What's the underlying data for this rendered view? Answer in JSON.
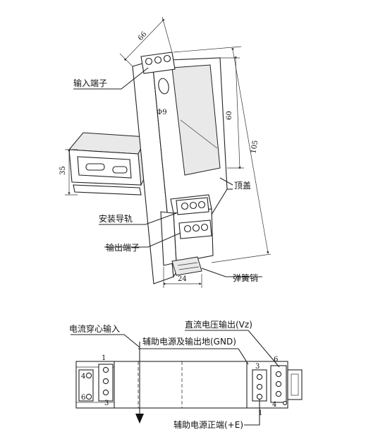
{
  "top_view": {
    "labels": {
      "input_terminal": "输入端子",
      "mounting_rail": "安装导轨",
      "output_terminal": "输出端子",
      "top_cover": "顶盖",
      "spring_pin": "弹簧销"
    },
    "dimensions": {
      "width": "66",
      "height": "60",
      "length": "105",
      "rail_height": "35",
      "depth": "24",
      "hole": "Φ9"
    }
  },
  "bottom_view": {
    "labels": {
      "dc_voltage_output": "直流电压输出(Vz)",
      "aux_power_gnd": "辅助电源及输出地(GND)",
      "current_input": "电流穿心输入",
      "aux_power_positive": "辅助电源正端(+E)"
    },
    "pins": {
      "left_top": "1",
      "left_bottom": "3",
      "left_side_top": "4",
      "left_side_bottom": "6",
      "right_top": "6",
      "right_bottom": "4",
      "center_top": "3",
      "center_bottom": "1"
    }
  }
}
